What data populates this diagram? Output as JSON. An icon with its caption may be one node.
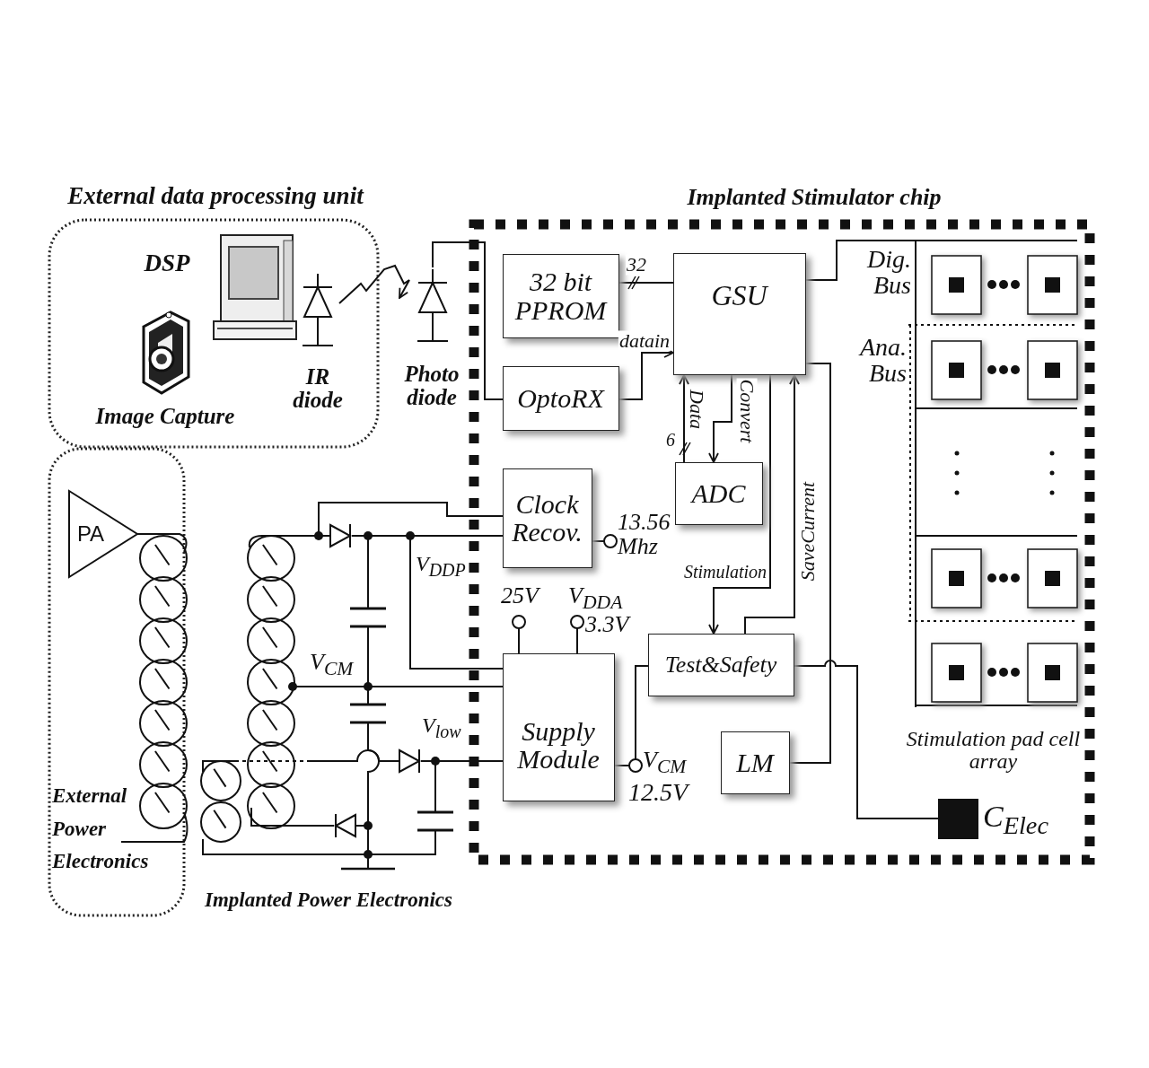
{
  "diagram": {
    "nodes": [
      {
        "text": [
          "External data processing unit"
        ]
      },
      {
        "text": [
          "DSP"
        ],
        "in": 0
      },
      {
        "text": [
          "Image Capture"
        ],
        "in": 0
      },
      {
        "text": [
          "IR diode"
        ],
        "in": 0
      },
      {
        "text": [
          "Photo diode"
        ]
      },
      {
        "text": [
          "Implanted Stimulator chip"
        ]
      },
      {
        "text": [
          "32 bit PPROM"
        ],
        "in": 5
      },
      {
        "text": [
          "GSU"
        ],
        "in": 5
      },
      {
        "text": [
          "OptoRX"
        ],
        "in": 5
      },
      {
        "text": [
          "ADC"
        ],
        "in": 5
      },
      {
        "text": [
          "Clock Recov."
        ],
        "in": 5
      },
      {
        "text": [
          "Supply Module"
        ],
        "in": 5,
        "beside": [
          "25V",
          "V$_{DDA}$",
          "3.3V",
          "V$_{CM}$",
          "12.5V"
        ]
      },
      {
        "text": [
          "Test&Safety"
        ],
        "in": 5
      },
      {
        "text": [
          "LM"
        ],
        "in": 5
      },
      {
        "text": [
          "Stimulation pad cell array"
        ],
        "in": 5
      },
      {
        "text": [
          "C$_{Elec}$"
        ],
        "in": 5
      },
      {
        "text": [
          "External Power Electronics"
        ]
      },
      {
        "text": [
          "PA"
        ],
        "in": 16
      },
      {
        "text": [
          "Implanted Power Electronics"
        ]
      }
    ],
    "edges": [
      {
        "from": 3,
        "to": 4,
        "arrow": "to"
      },
      {
        "from": 4,
        "to": 8,
        "arrow": "none"
      },
      {
        "from": 6,
        "to": 7,
        "arrow": "none",
        "label": "32"
      },
      {
        "from": 8,
        "to": 7,
        "arrow": "to",
        "label": "datain"
      },
      {
        "from": 9,
        "to": 7,
        "arrow": "to",
        "label": "Data"
      },
      {
        "from": 7,
        "to": 9,
        "arrow": "to",
        "label": "Convert"
      },
      {
        "from": 7,
        "to": 12,
        "arrow": "to",
        "label": "Stimulation"
      },
      {
        "from": 12,
        "to": 7,
        "arrow": "to",
        "label": "SaveCurrent"
      },
      {
        "from": 7,
        "to": 14,
        "arrow": "none"
      },
      {
        "from": 7,
        "to": 13,
        "arrow": "none"
      },
      {
        "from": 12,
        "to": 15,
        "arrow": "none"
      },
      {
        "from": 11,
        "to": 12,
        "arrow": "none"
      },
      {
        "from": 18,
        "to": 10,
        "arrow": "none"
      },
      {
        "from": 18,
        "to": 10,
        "arrow": "none"
      },
      {
        "from": 18,
        "to": 11,
        "arrow": "none"
      },
      {
        "from": 18,
        "to": 11,
        "arrow": "none"
      },
      {
        "from": 18,
        "to": 11,
        "arrow": "none"
      }
    ],
    "labels": [
      "Dig. Bus",
      "Ana. Bus",
      "6",
      "13.56 Mhz",
      "V$_{DDP}$",
      "V$_{CM}$",
      "V$_{low}$"
    ]
  }
}
